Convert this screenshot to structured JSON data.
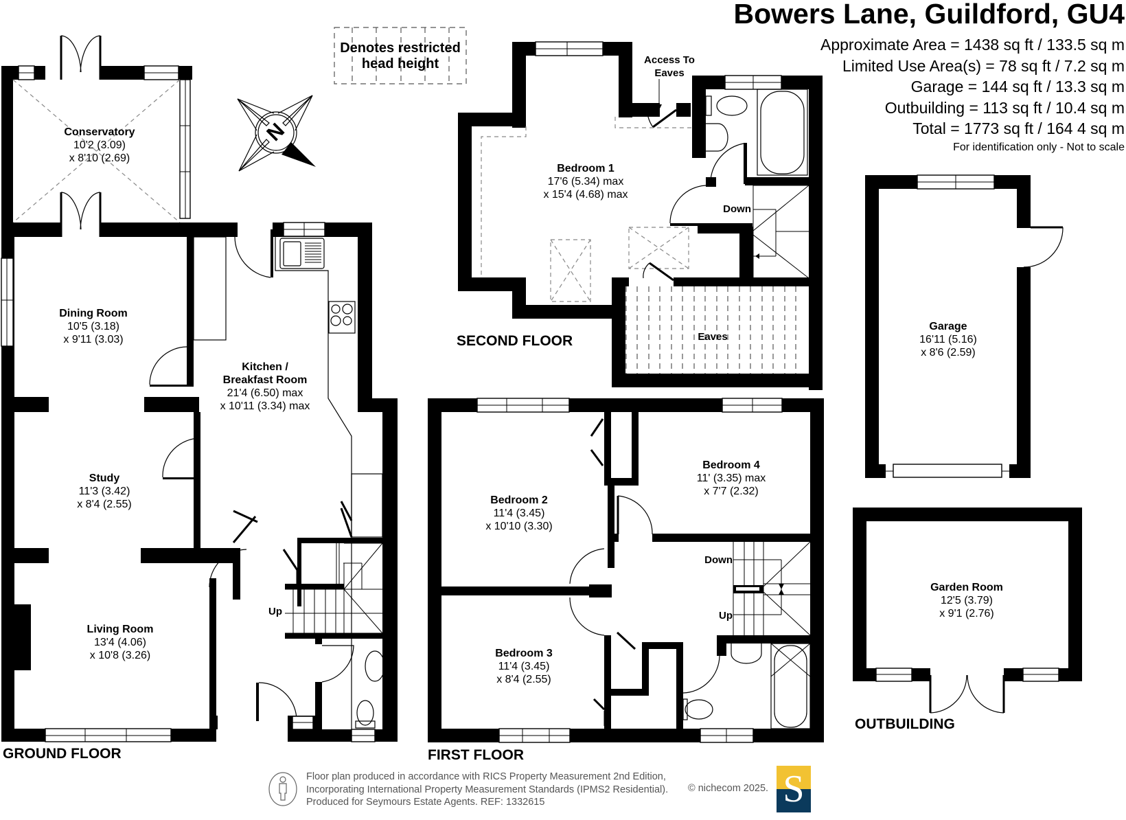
{
  "header": {
    "title": "Bowers Lane, Guildford, GU4",
    "areas": [
      "Approximate Area = 1438 sq ft / 133.5 sq m",
      "Limited Use Area(s) = 78 sq ft / 7.2 sq m",
      "Garage = 144 sq ft / 13.3 sq m",
      "Outbuilding = 113 sq ft / 10.4 sq m",
      "Total = 1773 sq ft / 164 4 sq m"
    ],
    "disclaimer": "For identification only - Not to scale"
  },
  "legend": {
    "restricted_line1": "Denotes restricted",
    "restricted_line2": "head height"
  },
  "compass": {
    "label": "N",
    "icon": "north-arrow-icon"
  },
  "floors": {
    "ground": {
      "label": "GROUND FLOOR",
      "stair_label": "Up",
      "rooms": [
        {
          "name": "Conservatory",
          "dim1": "10'2 (3.09)",
          "dim2": "x 8'10 (2.69)"
        },
        {
          "name": "Dining Room",
          "dim1": "10'5 (3.18)",
          "dim2": "x 9'11 (3.03)"
        },
        {
          "name_line1": "Kitchen /",
          "name_line2": "Breakfast Room",
          "dim1": "21'4 (6.50) max",
          "dim2": "x 10'11 (3.34) max"
        },
        {
          "name": "Study",
          "dim1": "11'3 (3.42)",
          "dim2": "x 8'4 (2.55)"
        },
        {
          "name": "Living Room",
          "dim1": "13'4 (4.06)",
          "dim2": "x 10'8 (3.26)"
        }
      ]
    },
    "first": {
      "label": "FIRST FLOOR",
      "stair_down": "Down",
      "stair_up": "Up",
      "rooms": [
        {
          "name": "Bedroom 2",
          "dim1": "11'4 (3.45)",
          "dim2": "x 10'10 (3.30)"
        },
        {
          "name": "Bedroom 4",
          "dim1": "11' (3.35) max",
          "dim2": "x 7'7 (2.32)"
        },
        {
          "name": "Bedroom 3",
          "dim1": "11'4 (3.45)",
          "dim2": "x 8'4 (2.55)"
        }
      ]
    },
    "second": {
      "label": "SECOND FLOOR",
      "stair_down": "Down",
      "access_line1": "Access To",
      "access_line2": "Eaves",
      "eaves_label": "Eaves",
      "rooms": [
        {
          "name": "Bedroom 1",
          "dim1": "17'6 (5.34) max",
          "dim2": "x 15'4 (4.68) max"
        }
      ]
    },
    "garage": {
      "rooms": [
        {
          "name": "Garage",
          "dim1": "16'11 (5.16)",
          "dim2": "x 8'6 (2.59)"
        }
      ]
    },
    "outbuilding": {
      "label": "OUTBUILDING",
      "rooms": [
        {
          "name": "Garden Room",
          "dim1": "12'5 (3.79)",
          "dim2": "x 9'1 (2.76)"
        }
      ]
    }
  },
  "footer": {
    "line1": "Floor plan produced in accordance with RICS Property Measurement 2nd Edition,",
    "line2": "Incorporating International Property Measurement Standards (IPMS2 Residential).",
    "line3": "Produced for Seymours Estate Agents.   REF: 1332615",
    "copyright": "© nichecom 2025.",
    "logo_letter": "S",
    "logo_colors": {
      "top": "#F2C232",
      "bottom": "#0B3A5C"
    }
  }
}
